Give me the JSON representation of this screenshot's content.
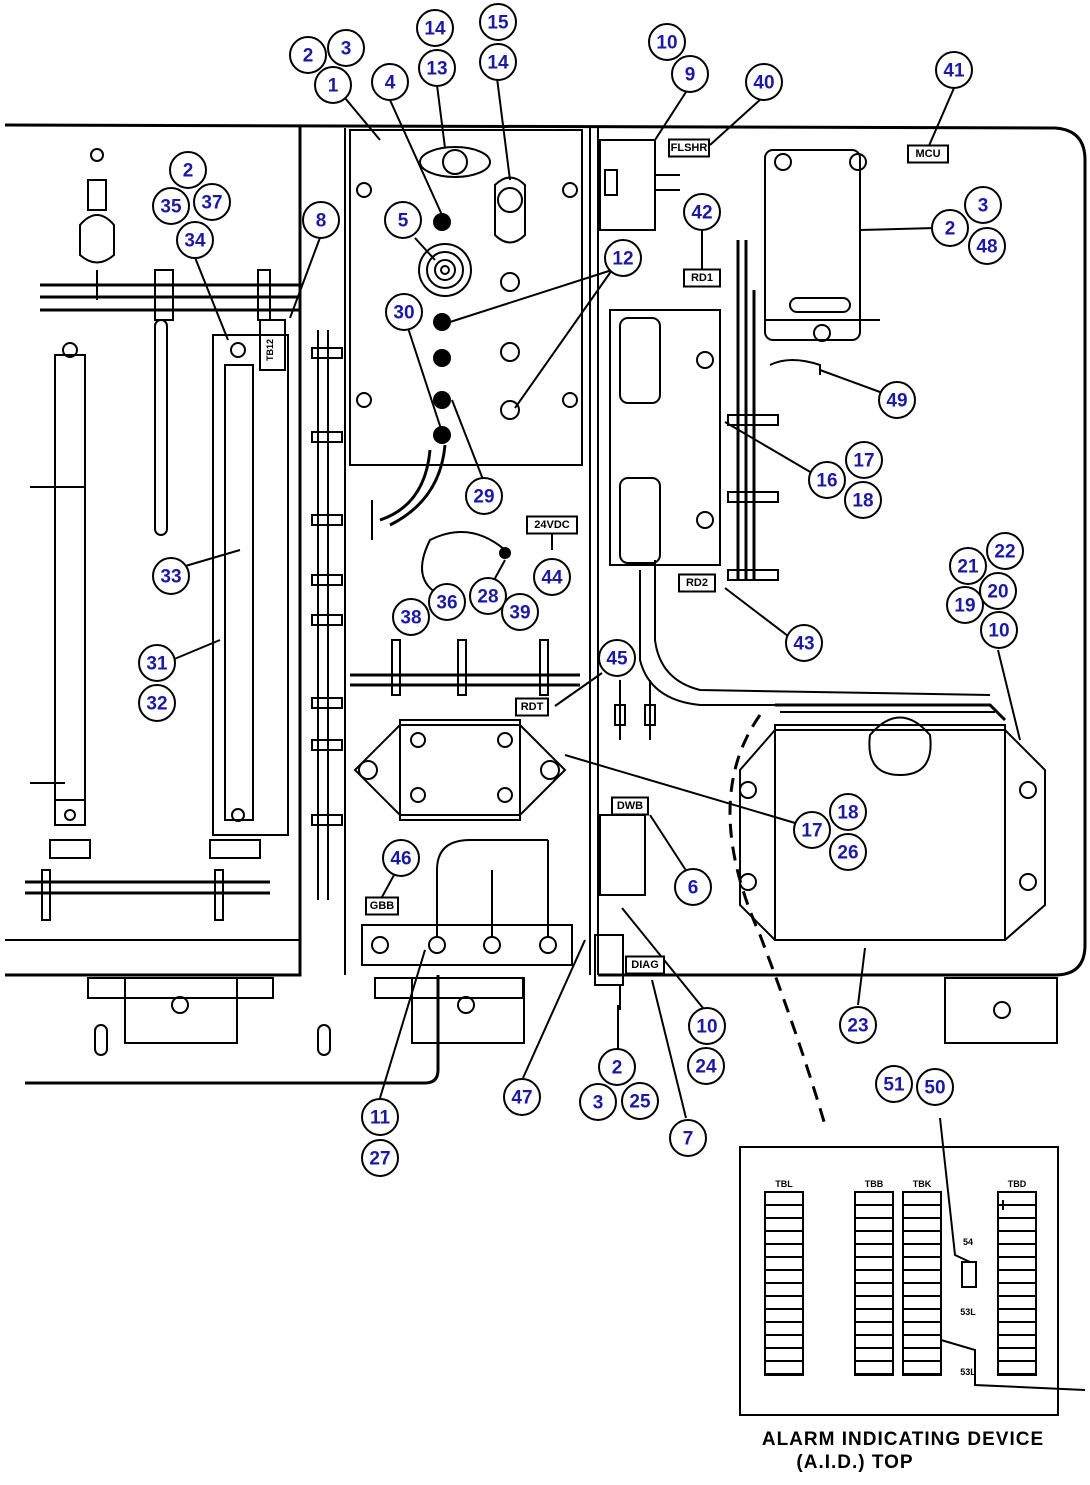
{
  "caption": {
    "line1": "ALARM INDICATING DEVICE",
    "line2": "(A.I.D.) TOP"
  },
  "tags": {
    "flshr": "FLSHR",
    "mcu": "MCU",
    "rd1": "RD1",
    "rd2": "RD2",
    "v24dc": "24VDC",
    "rdt": "RDT",
    "gbb": "GBB",
    "diag": "DIAG",
    "dwb": "DWB"
  },
  "aid": {
    "strips": [
      "TBL",
      "TBB",
      "TBK",
      "TBD"
    ],
    "wire_labels": [
      "54",
      "53L",
      "53L"
    ]
  },
  "callouts": [
    "1",
    "2",
    "3",
    "4",
    "5",
    "6",
    "7",
    "8",
    "9",
    "10",
    "11",
    "12",
    "13",
    "14",
    "15",
    "16",
    "17",
    "18",
    "19",
    "20",
    "21",
    "22",
    "23",
    "24",
    "25",
    "26",
    "27",
    "28",
    "29",
    "30",
    "31",
    "32",
    "33",
    "34",
    "35",
    "36",
    "37",
    "38",
    "39",
    "40",
    "41",
    "42",
    "43",
    "44",
    "45",
    "46",
    "47",
    "48",
    "49",
    "50",
    "51"
  ]
}
